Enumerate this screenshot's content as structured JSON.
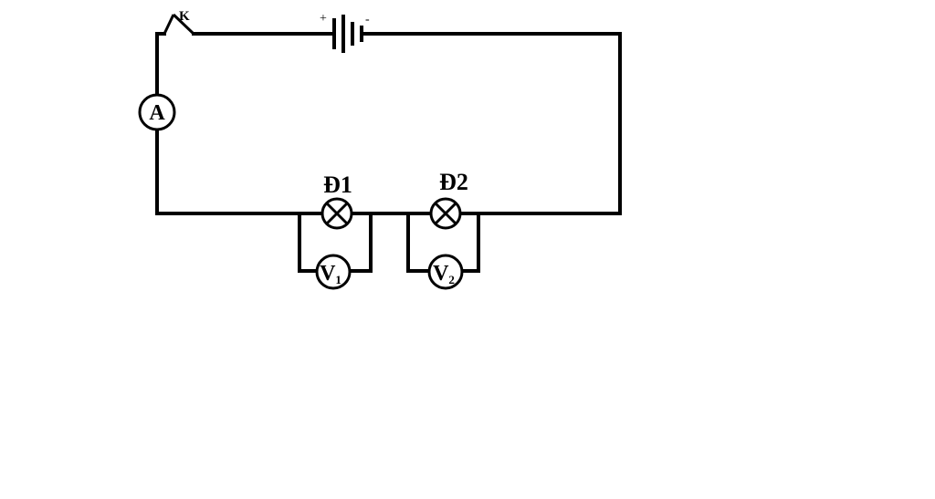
{
  "diagram": {
    "switch": {
      "label": "K"
    },
    "battery": {
      "plus": "+",
      "minus": "-"
    },
    "ammeter": {
      "label": "A"
    },
    "lamp1": {
      "label": "Đ1"
    },
    "lamp2": {
      "label": "Đ2"
    },
    "voltmeter1": {
      "label": "V",
      "subscript": "1"
    },
    "voltmeter2": {
      "label": "V",
      "subscript": "2"
    },
    "colors": {
      "stroke": "#000000",
      "background": "#ffffff"
    }
  }
}
